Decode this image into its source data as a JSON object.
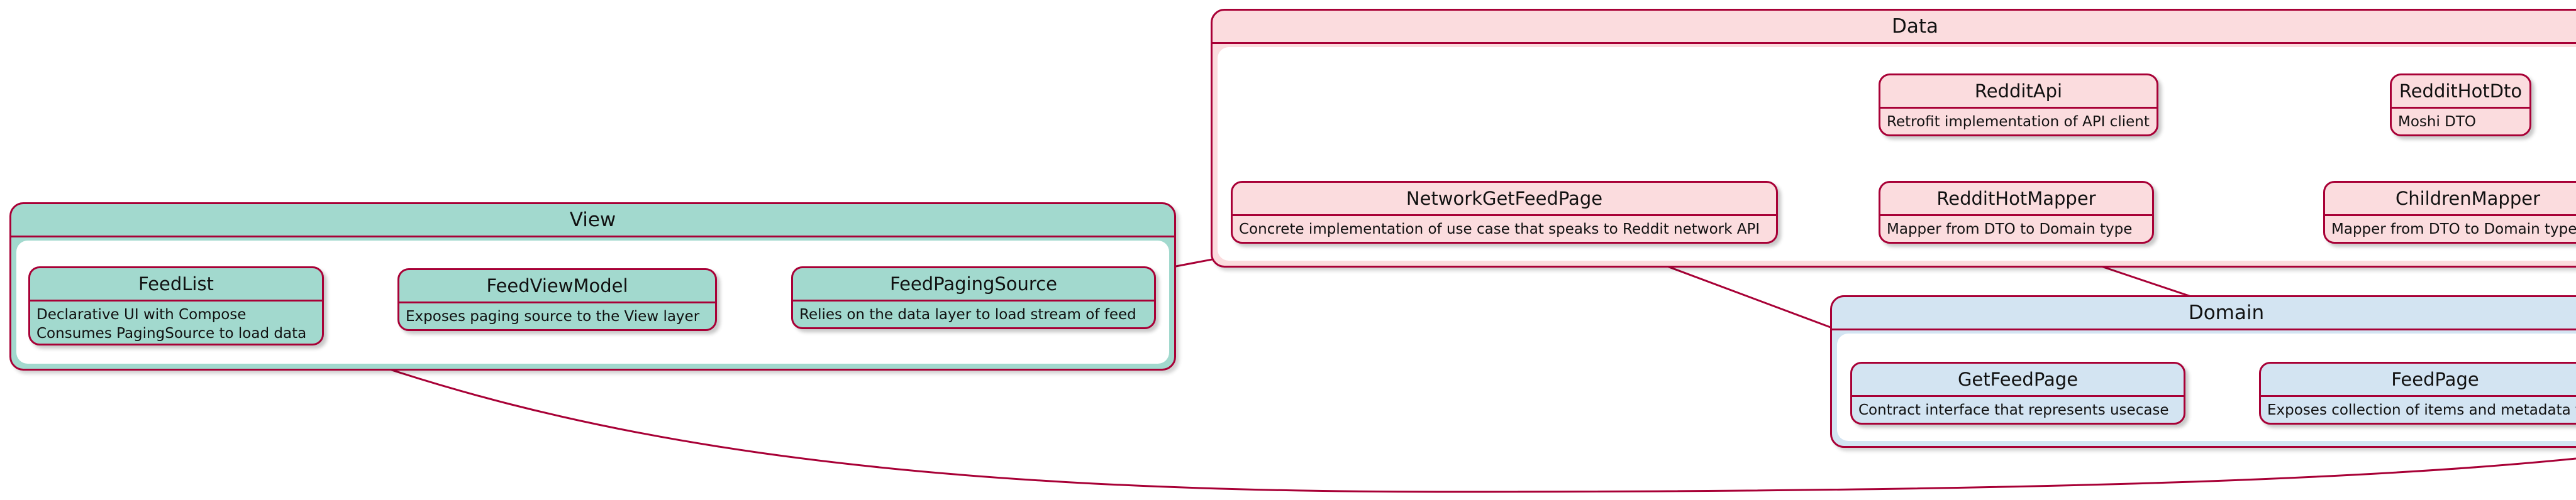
{
  "colors": {
    "border": "#a80036",
    "view_fill": "#a2d9ce",
    "data_fill": "#fbdcde",
    "domain_fill": "#d3e4f2"
  },
  "packages": {
    "view": "View",
    "data": "Data",
    "domain": "Domain"
  },
  "nodes": {
    "feedlist": {
      "title": "FeedList",
      "desc": [
        "Declarative UI with Compose",
        "Consumes PagingSource to load data"
      ]
    },
    "feedviewmodel": {
      "title": "FeedViewModel",
      "desc": [
        "Exposes paging source to the View layer"
      ]
    },
    "feedpagingsource": {
      "title": "FeedPagingSource",
      "desc": [
        "Relies on the data layer to load stream of feed"
      ]
    },
    "networkgetfeedpage": {
      "title": "NetworkGetFeedPage",
      "desc": [
        "Concrete implementation of use case that speaks to Reddit network API"
      ]
    },
    "redditapi": {
      "title": "RedditApi",
      "desc": [
        "Retrofit implementation of API client"
      ]
    },
    "reddithotmapper": {
      "title": "RedditHotMapper",
      "desc": [
        "Mapper from DTO to Domain type"
      ]
    },
    "reddithotdto": {
      "title": "RedditHotDto",
      "desc": [
        "Moshi DTO"
      ]
    },
    "childrenmapper": {
      "title": "ChildrenMapper",
      "desc": [
        "Mapper from DTO to Domain type"
      ]
    },
    "getfeedpage": {
      "title": "GetFeedPage",
      "desc": [
        "Contract interface that represents usecase"
      ]
    },
    "feedpage": {
      "title": "FeedPage",
      "desc": [
        "Exposes collection of items and metadata f"
      ]
    }
  }
}
